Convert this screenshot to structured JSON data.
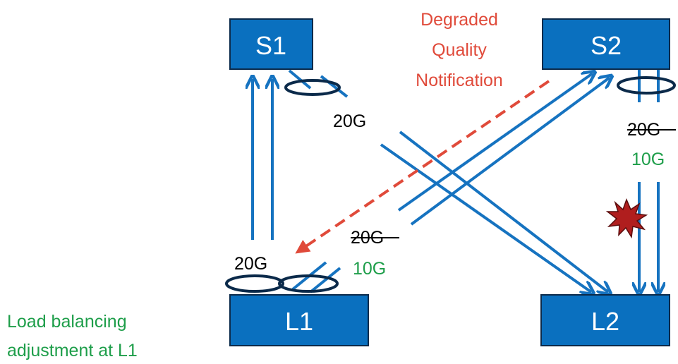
{
  "nodes": {
    "s1": "S1",
    "s2": "S2",
    "l1": "L1",
    "l2": "L2"
  },
  "labels": {
    "link_s1": "20G",
    "link_s2_old": "20G",
    "link_s2_new": "10G",
    "link_l1": "20G",
    "link_l1_old": "20G",
    "link_l1_new": "10G",
    "notification_line1": "Degraded",
    "notification_line2": "Quality",
    "notification_line3": "Notification",
    "caption_line1": "Load balancing",
    "caption_line2": "adjustment at L1"
  },
  "colors": {
    "node_fill": "#0a70bf",
    "node_border": "#0b2a4a",
    "arrow": "#1673c0",
    "notification": "#e04a3a",
    "new_value": "#1e9e4a",
    "ellipse": "#0b2a4a",
    "fault": "#b01e1e"
  },
  "fault_icon": "explosion-icon"
}
